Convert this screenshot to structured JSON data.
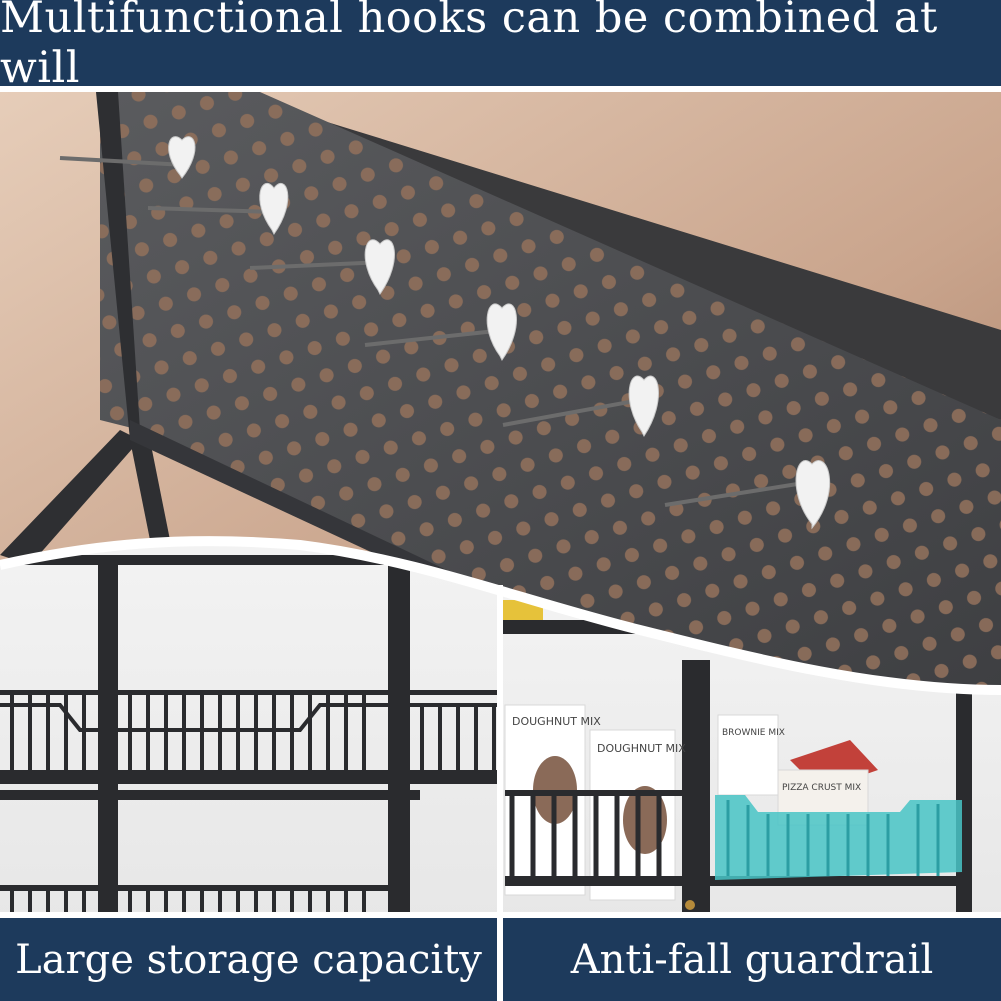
{
  "banners": {
    "top": "Multifunctional hooks can be combined at will",
    "bottom_left": "Large storage capacity",
    "bottom_right": "Anti-fall guardrail"
  },
  "product_packaging_text": {
    "box_1": "DOUGHNUT MIX",
    "box_2": "DOUGHNUT MIX",
    "box_3": "BROWNIE MIX",
    "box_4": "PIZZA CRUST MIX"
  },
  "colors": {
    "banner_background": "#1d3a5c",
    "banner_text": "#ffffff",
    "wall": "#c9a48c",
    "pegboard": "#4a4b4e",
    "rack_metal": "#2a2b2e",
    "hook_heart": "#f2f2f2",
    "guardrail_accent": "#48c4c6"
  },
  "icons": {
    "hooks": "heart-hook-icon"
  }
}
